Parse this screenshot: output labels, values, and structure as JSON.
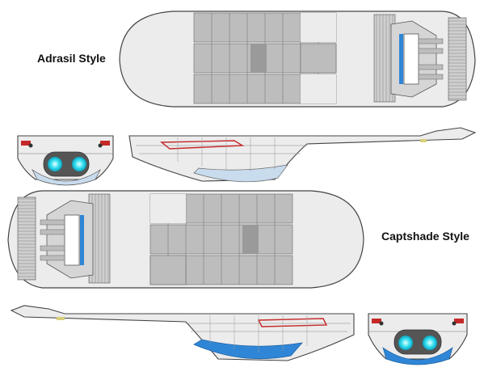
{
  "labels": {
    "adrasil": "Adrasil Style",
    "captshade": "Captshade Style"
  },
  "colors": {
    "hull": "#ececec",
    "hull_stroke": "#444444",
    "panel": "#bdbdbd",
    "panel_dark": "#9a9a9a",
    "glow": "#37e0f0",
    "keel": "#c9dcee",
    "keel_blue": "#2f86d6",
    "stripe_red": "#c62828",
    "accent_yellow": "#d8d07a"
  },
  "views": [
    {
      "name": "adrasil-top-view"
    },
    {
      "name": "adrasil-front-view"
    },
    {
      "name": "adrasil-side-view"
    },
    {
      "name": "captshade-top-view"
    },
    {
      "name": "captshade-side-view"
    },
    {
      "name": "captshade-front-view"
    }
  ]
}
